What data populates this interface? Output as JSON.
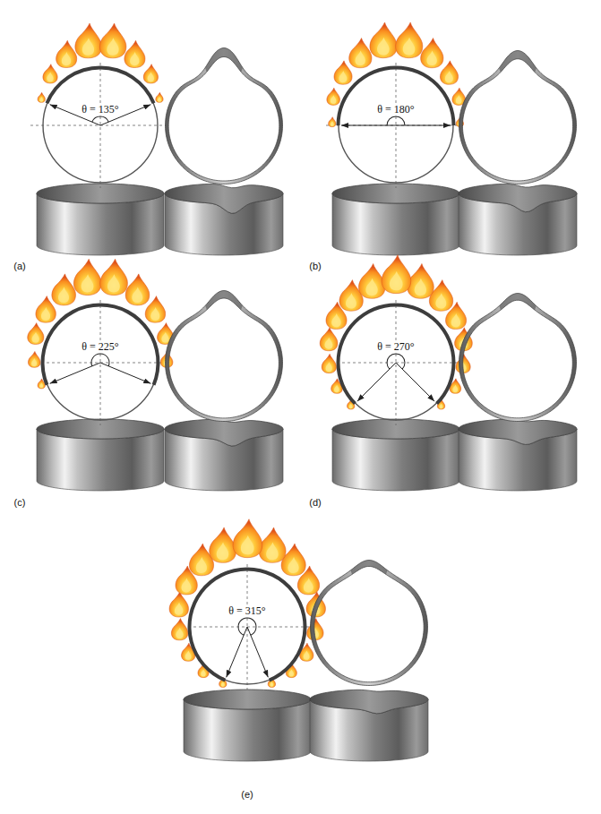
{
  "diagram": {
    "labels": [
      "θ = 135°",
      "(a)",
      "θ = 180°",
      "(b)",
      "θ = 225°",
      "(c)",
      "θ = 270°",
      "(d)",
      "θ = 315°",
      "(e)"
    ]
  }
}
